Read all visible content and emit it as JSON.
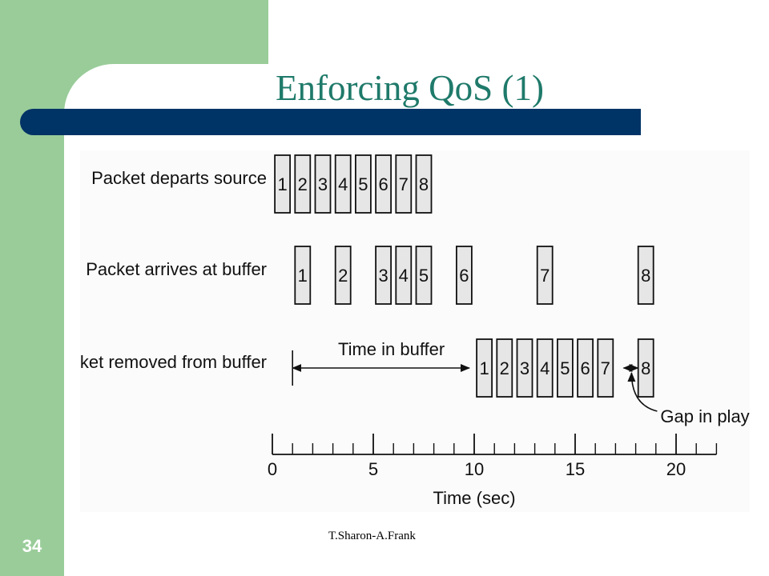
{
  "slide": {
    "title": "Enforcing QoS (1)",
    "footer": "T.Sharon-A.Frank",
    "number": "34",
    "colors": {
      "green": "#99cc99",
      "navy": "#003366",
      "title": "#1f7a6a",
      "packet_fill": "#e6e6e6"
    }
  },
  "diagram": {
    "rows": [
      {
        "id": "depart",
        "label": "Packet departs source",
        "packets": [
          {
            "n": "1",
            "t": 0.5
          },
          {
            "n": "2",
            "t": 1.5
          },
          {
            "n": "3",
            "t": 2.5
          },
          {
            "n": "4",
            "t": 3.5
          },
          {
            "n": "5",
            "t": 4.5
          },
          {
            "n": "6",
            "t": 5.5
          },
          {
            "n": "7",
            "t": 6.5
          },
          {
            "n": "8",
            "t": 7.5
          }
        ]
      },
      {
        "id": "arrive",
        "label": "Packet arrives at buffer",
        "packets": [
          {
            "n": "1",
            "t": 1.5
          },
          {
            "n": "2",
            "t": 3.5
          },
          {
            "n": "3",
            "t": 5.5
          },
          {
            "n": "4",
            "t": 6.5
          },
          {
            "n": "5",
            "t": 7.5
          },
          {
            "n": "6",
            "t": 9.5
          },
          {
            "n": "7",
            "t": 13.5
          },
          {
            "n": "8",
            "t": 18.5
          }
        ]
      },
      {
        "id": "removed",
        "label": "Packet removed from buffer",
        "packets": [
          {
            "n": "1",
            "t": 10.5
          },
          {
            "n": "2",
            "t": 11.5
          },
          {
            "n": "3",
            "t": 12.5
          },
          {
            "n": "4",
            "t": 13.5
          },
          {
            "n": "5",
            "t": 14.5
          },
          {
            "n": "6",
            "t": 15.5
          },
          {
            "n": "7",
            "t": 16.5
          },
          {
            "n": "8",
            "t": 18.5
          }
        ]
      }
    ],
    "time_in_buffer": {
      "label": "Time in buffer",
      "start": 1,
      "end": 10
    },
    "gap": {
      "label": "Gap in playback",
      "start": 17,
      "end": 18
    },
    "axis": {
      "label": "Time (sec)",
      "min": 0,
      "max": 22,
      "ticks": [
        0,
        1,
        2,
        3,
        4,
        5,
        6,
        7,
        8,
        9,
        10,
        11,
        12,
        13,
        14,
        15,
        16,
        17,
        18,
        19,
        20,
        21,
        22
      ],
      "major": [
        0,
        5,
        10,
        15,
        20
      ],
      "tick_labels": [
        "0",
        "5",
        "10",
        "15",
        "20"
      ]
    }
  }
}
